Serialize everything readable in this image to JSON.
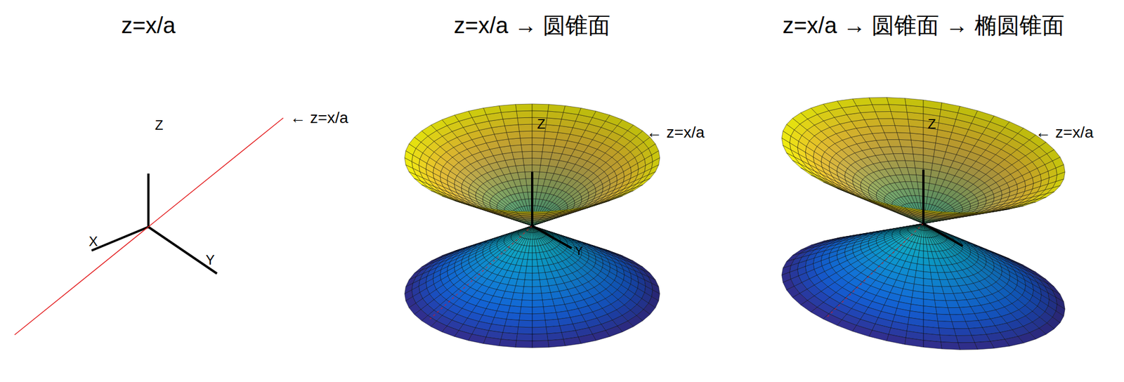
{
  "diagram": {
    "labels": [
      "z=x/a",
      "z=x/a → 圆锥面",
      "z=x/a → 圆锥面 → 椭圆锥面",
      "Z",
      "X",
      "Y",
      "← z=x/a",
      "Z",
      "Y",
      "← z=x/a",
      "Z",
      "← z=x/a"
    ]
  }
}
